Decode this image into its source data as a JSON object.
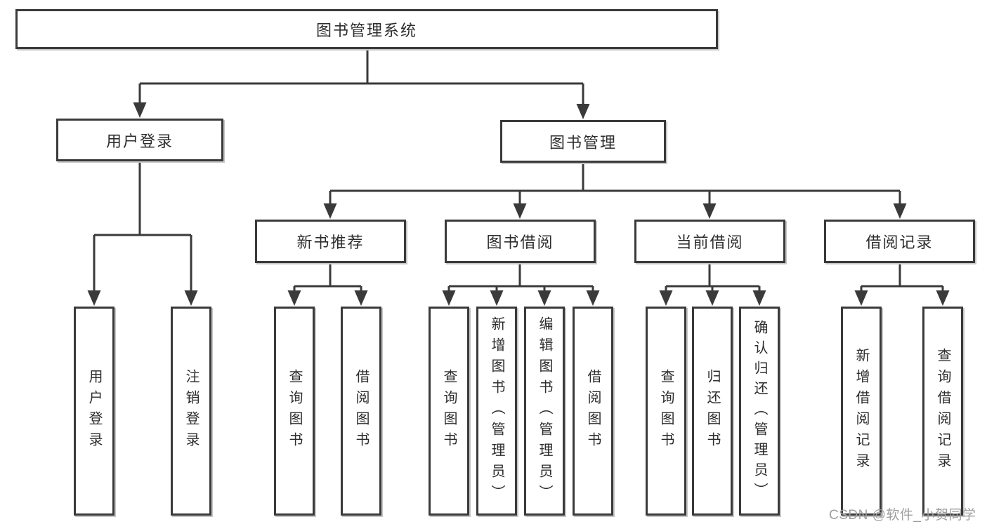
{
  "colors": {
    "line": "#3a3a3a",
    "text": "#2d2d2d",
    "box_bg": "#ffffff",
    "background": "#ffffff",
    "watermark": "#9e9e9e"
  },
  "diagram": {
    "title": "图书管理系统",
    "level2": {
      "user_login": "用户登录",
      "book_mgmt": "图书管理"
    },
    "level3": {
      "new_books": "新书推荐",
      "book_borrow": "图书借阅",
      "current_borrow": "当前借阅",
      "borrow_records": "借阅记录"
    },
    "leaves": {
      "user_login": [
        "用户登录",
        "注销登录"
      ],
      "new_books": [
        "查询图书",
        "借阅图书"
      ],
      "book_borrow": [
        "查询图书",
        "新增图书（管理员）",
        "编辑图书（管理员）",
        "借阅图书"
      ],
      "current_borrow": [
        "查询图书",
        "归还图书",
        "确认归还（管理员）"
      ],
      "borrow_records": [
        "新增借阅记录",
        "查询借阅记录"
      ]
    }
  },
  "watermark": "CSDN @软件_小贺同学"
}
